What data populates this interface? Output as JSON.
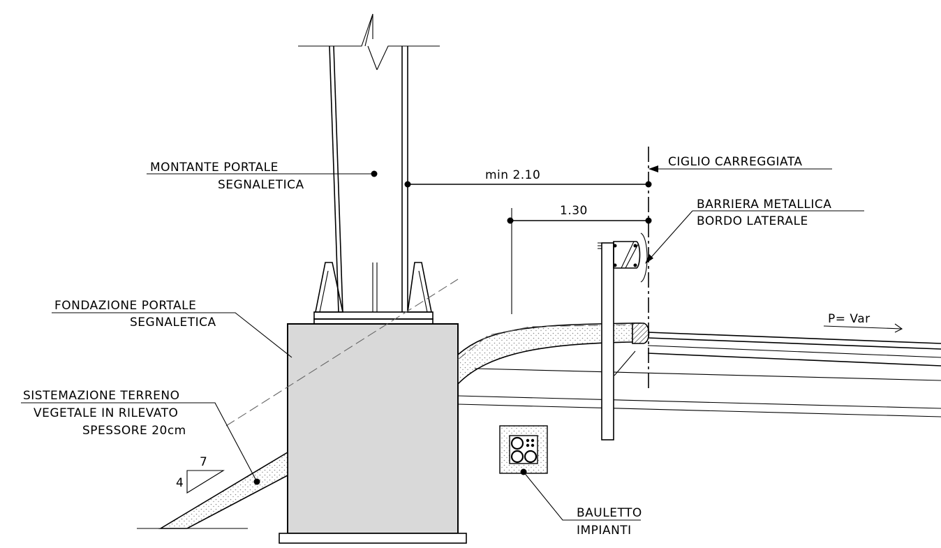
{
  "labels": {
    "montante_line1": "MONTANTE PORTALE",
    "montante_line2": "SEGNALETICA",
    "fondazione_line1": "FONDAZIONE PORTALE",
    "fondazione_line2": "SEGNALETICA",
    "sistemazione_line1": "SISTEMAZIONE TERRENO",
    "sistemazione_line2": "VEGETALE IN RILEVATO",
    "sistemazione_line3": "SPESSORE 20cm",
    "ciglio": "CIGLIO CARREGGIATA",
    "barriera_line1": "BARRIERA METALLICA",
    "barriera_line2": "BORDO LATERALE",
    "bauletto_line1": "BAULETTO",
    "bauletto_line2": "IMPIANTI",
    "pendenza": "P= Var"
  },
  "dimensions": {
    "min_distance": "min 2.10",
    "barrier_distance": "1.30"
  },
  "slope": {
    "horizontal": "7",
    "vertical": "4"
  },
  "colors": {
    "foundation_fill": "#d9d9d9",
    "stipple": "#8a8a8a",
    "line": "#000000"
  }
}
